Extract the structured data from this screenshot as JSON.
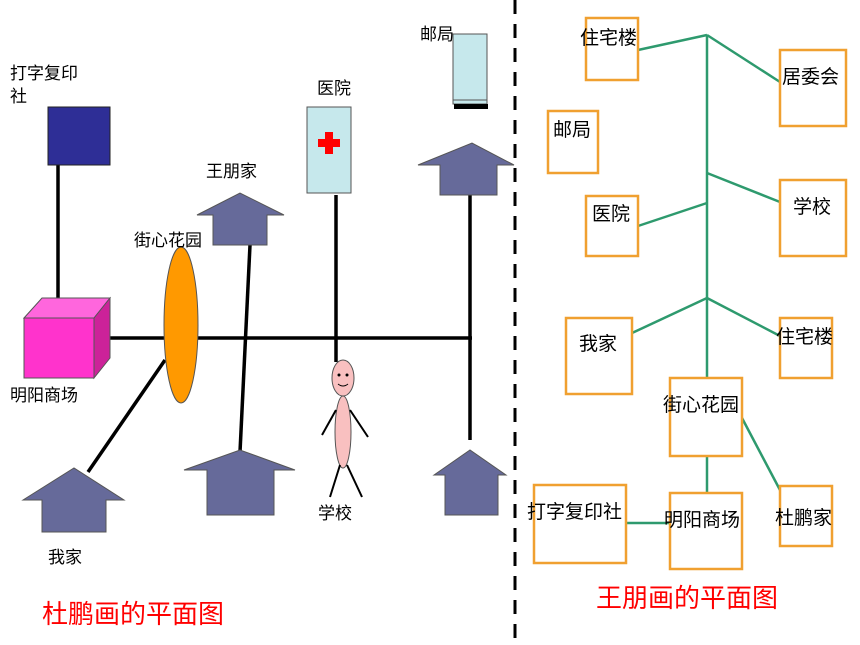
{
  "left_map": {
    "title": "杜鹏画的平面图",
    "labels": {
      "print_shop": "打字复印",
      "print_shop_2": "社",
      "hospital": "医院",
      "post_office": "邮局",
      "wang_peng_home": "王朋家",
      "garden": "街心花园",
      "mall": "明阳商场",
      "my_home": "我家",
      "school": "学校"
    }
  },
  "right_map": {
    "title": "王朋画的平面图",
    "boxes": {
      "residential_top": "住宅楼",
      "committee": "居委会",
      "post_office": "邮局",
      "hospital": "医院",
      "school": "学校",
      "my_home": "我家",
      "residential_mid": "住宅楼",
      "garden": "街心花园",
      "print_shop": "打字复印社",
      "mall": "明阳商场",
      "du_peng_home": "杜鹏家"
    }
  },
  "colors": {
    "house": "#666a9a",
    "print_shop": "#2e2e96",
    "mall_front": "#ff33cc",
    "garden": "#ff9900",
    "hospital": "#c6e8ec",
    "cross": "#ff0000",
    "box_border": "#f0a030",
    "green_line": "#2e9a6e",
    "title": "#ff0000"
  }
}
